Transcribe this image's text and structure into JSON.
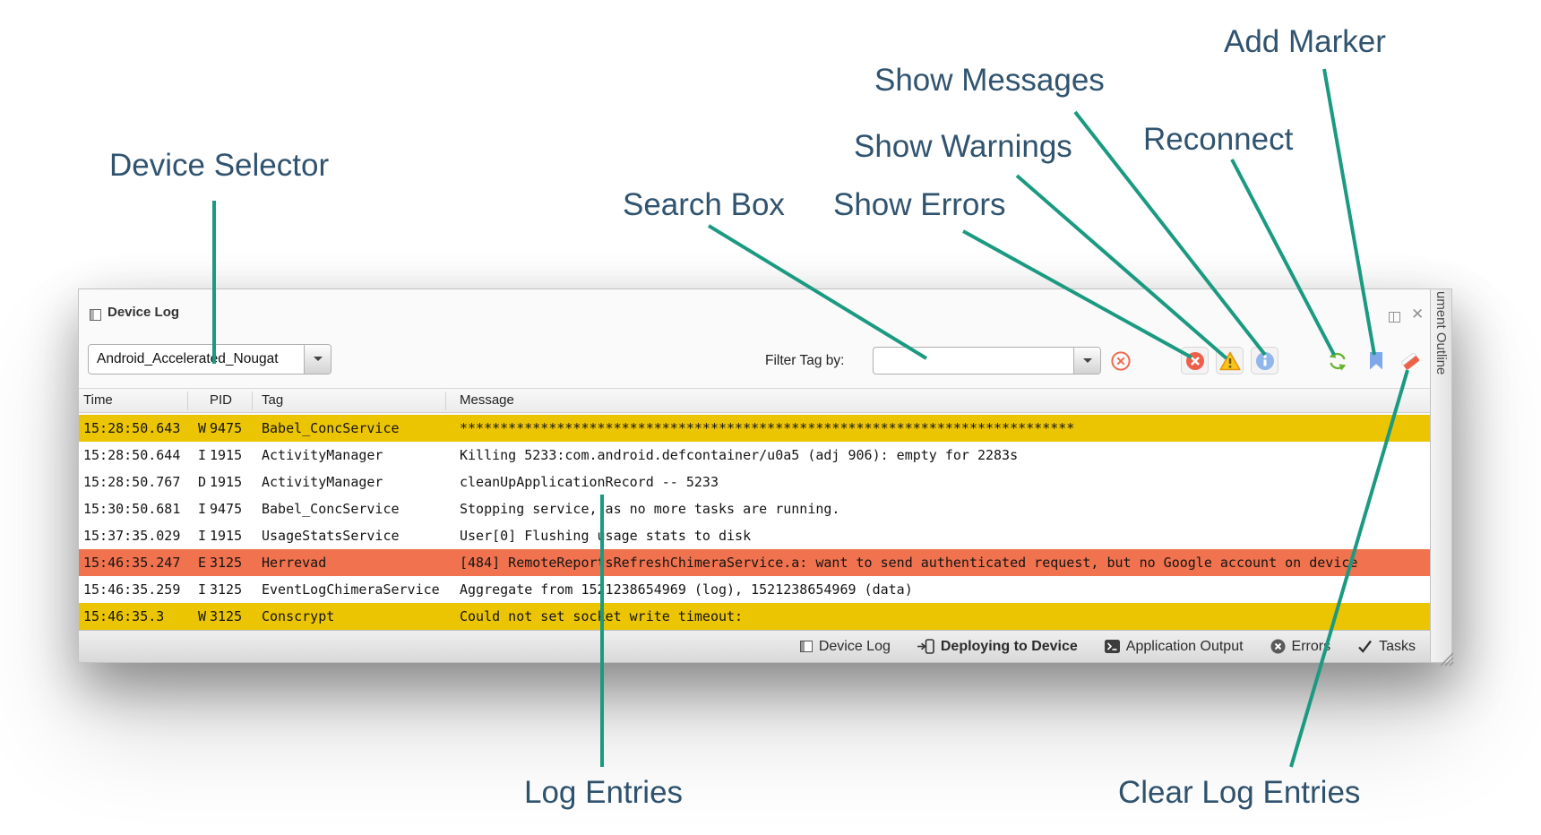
{
  "annotations": {
    "device_selector": "Device Selector",
    "search_box": "Search Box",
    "show_errors": "Show Errors",
    "show_warnings": "Show Warnings",
    "show_messages": "Show Messages",
    "reconnect": "Reconnect",
    "add_marker": "Add Marker",
    "log_entries": "Log Entries",
    "clear_log_entries": "Clear Log Entries",
    "label_color": "#30536f",
    "line_color": "#1b9a81"
  },
  "panel": {
    "title": "Device Log",
    "device_selector_value": "Android_Accelerated_Nougat",
    "filter_label": "Filter Tag by:",
    "filter_value": "",
    "side_tab_label": "ument Outline",
    "toolbar_icons": [
      "clear-filter-icon",
      "show-errors-icon",
      "show-warnings-icon",
      "show-messages-icon",
      "reconnect-icon",
      "add-marker-icon",
      "clear-log-icon"
    ],
    "window_icons": [
      "split-editor-icon",
      "close-icon"
    ]
  },
  "table": {
    "columns": [
      "Time",
      "PID",
      "Tag",
      "Message"
    ],
    "highlight_colors": {
      "warning": "#ecc502",
      "error": "#f0724e"
    },
    "rows": [
      {
        "time": "15:28:50.643",
        "type": "W",
        "pid": "9475",
        "tag": "Babel_ConcService",
        "message": "****************************************************************************",
        "highlight": "warning"
      },
      {
        "time": "15:28:50.644",
        "type": "I",
        "pid": "1915",
        "tag": "ActivityManager",
        "message": "Killing 5233:com.android.defcontainer/u0a5 (adj 906): empty for 2283s",
        "highlight": "none"
      },
      {
        "time": "15:28:50.767",
        "type": "D",
        "pid": "1915",
        "tag": "ActivityManager",
        "message": "cleanUpApplicationRecord -- 5233",
        "highlight": "none"
      },
      {
        "time": "15:30:50.681",
        "type": "I",
        "pid": "9475",
        "tag": "Babel_ConcService",
        "message": "Stopping service, as no more tasks are running.",
        "highlight": "none"
      },
      {
        "time": "15:37:35.029",
        "type": "I",
        "pid": "1915",
        "tag": "UsageStatsService",
        "message": "User[0] Flushing usage stats to disk",
        "highlight": "none"
      },
      {
        "time": "15:46:35.247",
        "type": "E",
        "pid": "3125",
        "tag": "Herrevad",
        "message": "[484] RemoteReportsRefreshChimeraService.a: want to send authenticated request, but no Google account on device",
        "highlight": "error"
      },
      {
        "time": "15:46:35.259",
        "type": "I",
        "pid": "3125",
        "tag": "EventLogChimeraService",
        "message": "Aggregate from 1521238654969 (log), 1521238654969 (data)",
        "highlight": "none"
      },
      {
        "time": "15:46:35.3",
        "type": "W",
        "pid": "3125",
        "tag": "Conscrypt",
        "message": "Could not set socket write timeout:",
        "highlight": "warning"
      }
    ]
  },
  "status_bar": {
    "device_log": "Device Log",
    "deploying": "Deploying to Device",
    "app_output": "Application Output",
    "errors": "Errors",
    "tasks": "Tasks"
  }
}
